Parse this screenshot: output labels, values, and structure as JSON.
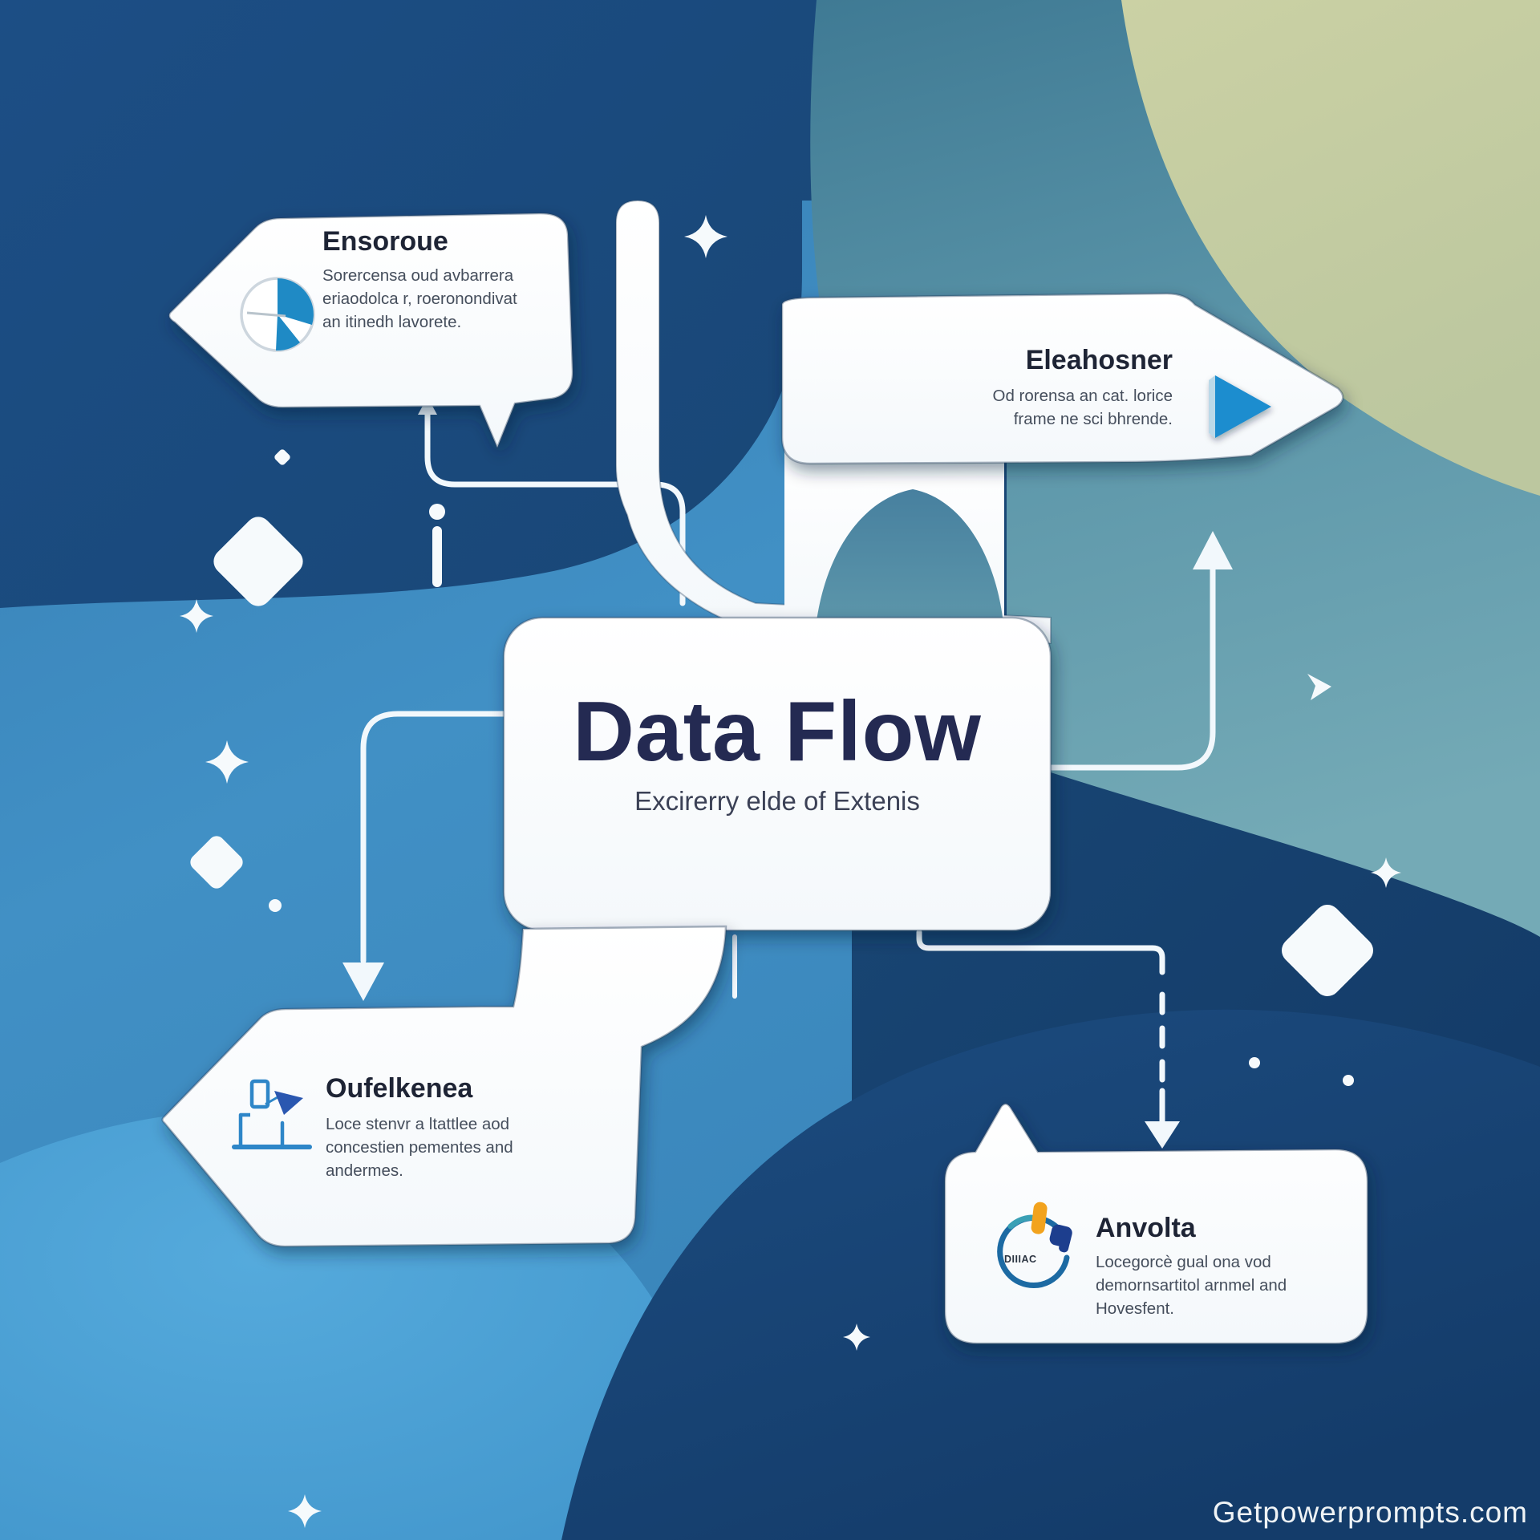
{
  "center": {
    "title": "Data Flow",
    "subtitle": "Excirerry elde of Extenis"
  },
  "nodes": [
    {
      "id": "ensoroue",
      "title": "Ensoroue",
      "lines": [
        "Sorercensa oud avbarrera",
        "eriaodolca r, roeronondivat",
        "an itinedh lavorete."
      ],
      "icon": "pie-chart-icon"
    },
    {
      "id": "eleahosner",
      "title": "Eleahosner",
      "lines": [
        "Od rorensa an cat. lorice",
        "frame ne sci bhrende."
      ],
      "icon": "play-triangle-icon"
    },
    {
      "id": "oufelkenea",
      "title": "Oufelkenea",
      "lines": [
        "Loce stenvr a ltattlee aod",
        "concestien pementes and",
        "andermes."
      ],
      "icon": "construction-chart-icon"
    },
    {
      "id": "anvolta",
      "title": "Anvolta",
      "lines": [
        "Locegorcè gual ona vod",
        "demornsartitol arnmel and",
        "Hovesfent."
      ],
      "icon": "progress-ring-icon",
      "icon_label": "DIIIAC"
    }
  ],
  "watermark": "Getpowerprompts.com",
  "colors": {
    "navy_bg": "#1a4a80",
    "navy_deep": "#123763",
    "mid_blue": "#3d86bc",
    "light_blue_blob": "#4da2d8",
    "teal": "#4c89a4",
    "sage": "#c9cfa2",
    "card_white": "#fbfdfe",
    "title_navy": "#242a52",
    "body_gray": "#454e5c",
    "accent_blue": "#1f8ac5",
    "play_blue": "#1f8dcf",
    "accent_orange": "#f2a31e",
    "accent_navy": "#1d3e8e",
    "connector_white": "#f2f8fc"
  }
}
